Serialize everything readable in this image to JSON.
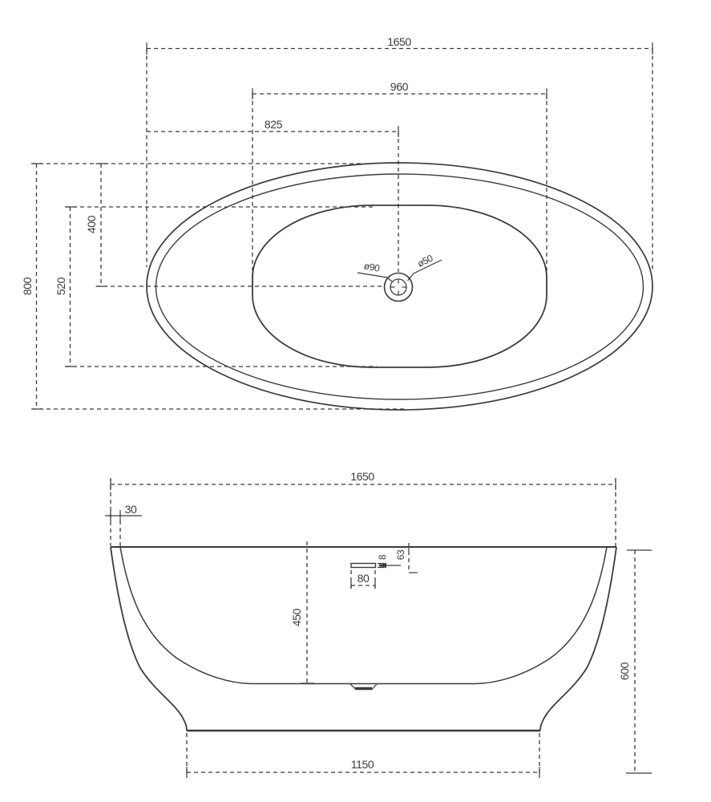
{
  "colors": {
    "line": "#3b3b3b",
    "background": "#ffffff"
  },
  "top_view": {
    "overall_length": "1650",
    "basin_length": "960",
    "half_length": "825",
    "overall_width": "800",
    "basin_width": "520",
    "front_offset": "400",
    "drain_diameter": "ø90",
    "waste_diameter": "ø50"
  },
  "side_view": {
    "overall_length": "1650",
    "rim_edge_offset": "30",
    "inner_depth": "450",
    "overall_height": "600",
    "base_length": "1150",
    "overflow_width": "80",
    "overflow_slot_height": "8",
    "overflow_top_offset": "63"
  }
}
